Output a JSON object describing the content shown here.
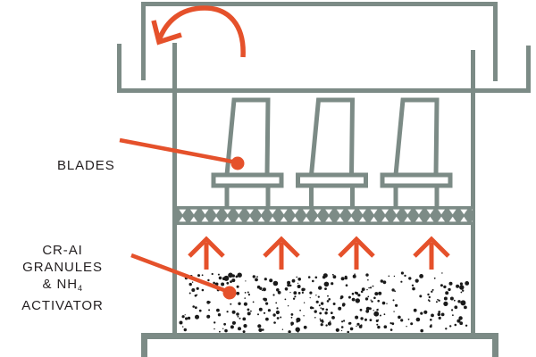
{
  "diagram": {
    "labels": {
      "blades": "BLADES",
      "granules_line1": "CR-AI GRANULES",
      "granules_line2_prefix": "& NH",
      "granules_subscript": "4",
      "granules_line2_suffix": " ACTIVATOR"
    },
    "colors": {
      "outline_gray": "#7C8B86",
      "accent_orange": "#E5512B",
      "text_black": "#231f20",
      "dot_black": "#1a1a1a",
      "background": "#ffffff"
    },
    "structure": {
      "blade_count": 3,
      "airflow_arrow_count": 4,
      "granule_dot_count": 340
    },
    "icons": {
      "rotation_arrow": "curved-arrow-counterclockwise-icon",
      "airflow_arrow": "arrow-up-icon",
      "callout_marker": "dot-marker"
    }
  }
}
